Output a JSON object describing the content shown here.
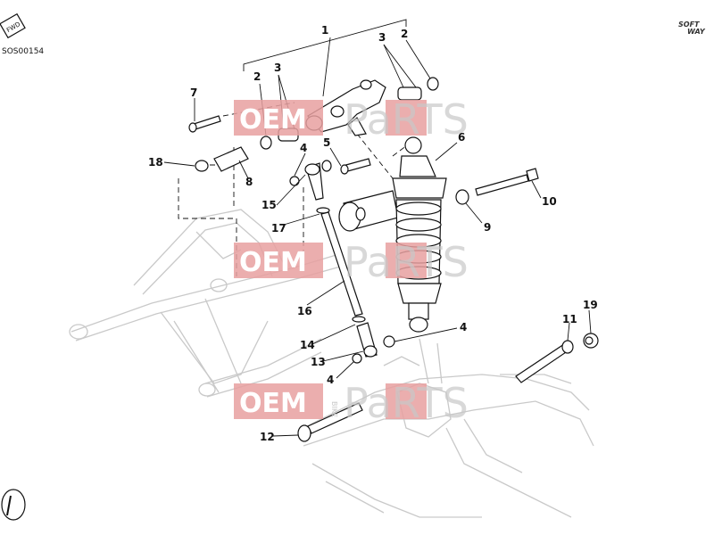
{
  "diagram": {
    "code": "SOS00154",
    "logo_top_left": "FWD",
    "logo_top_right": [
      "SOFT",
      "WAY"
    ],
    "watermark": {
      "oem": "OEM",
      "bike": "BIKE",
      "parts": "PaRTS"
    },
    "callouts": [
      "1",
      "2",
      "2",
      "3",
      "3",
      "4",
      "4",
      "4",
      "5",
      "6",
      "7",
      "8",
      "9",
      "10",
      "11",
      "12",
      "13",
      "14",
      "15",
      "16",
      "17",
      "18",
      "19"
    ]
  },
  "colors": {
    "watermark": "#e8a0a0",
    "frame": "#c9c9c9",
    "ink": "#111111"
  }
}
